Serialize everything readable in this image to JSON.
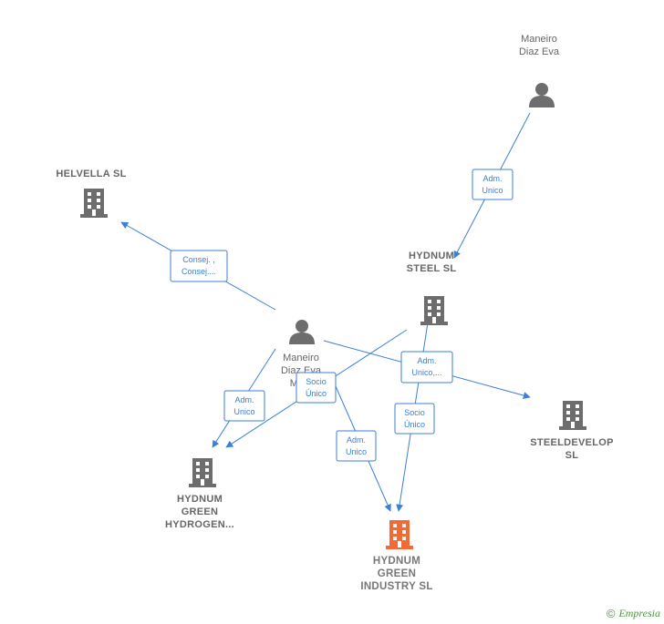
{
  "colors": {
    "edge": "#3b7fd6",
    "company_icon": "#6d6d6d",
    "main_company_icon": "#f26a36",
    "person_icon": "#6d6d6d",
    "label": "#666666"
  },
  "nodes": [
    {
      "id": "maneiro-top",
      "kind": "person",
      "lines": [
        "Maneiro",
        "Diaz Eva"
      ]
    },
    {
      "id": "helvella",
      "kind": "company",
      "lines": [
        "HELVELLA SL"
      ]
    },
    {
      "id": "hydnum-steel",
      "kind": "company",
      "lines": [
        "HYDNUM",
        "STEEL  SL"
      ]
    },
    {
      "id": "maneiro-mid",
      "kind": "person",
      "lines": [
        "Maneiro",
        "Diaz Eva",
        "Ma..."
      ]
    },
    {
      "id": "steeldevelop",
      "kind": "company",
      "lines": [
        "STEELDEVELOP",
        "SL"
      ]
    },
    {
      "id": "hydnum-hydrogen",
      "kind": "company",
      "lines": [
        "HYDNUM",
        "GREEN",
        "HYDROGEN..."
      ]
    },
    {
      "id": "hydnum-industry",
      "kind": "company-main",
      "lines": [
        "HYDNUM",
        "GREEN",
        "INDUSTRY  SL"
      ]
    }
  ],
  "edges": [
    {
      "from": "maneiro-top",
      "to": "hydnum-steel",
      "label": [
        "Adm.",
        "Unico"
      ]
    },
    {
      "from": "maneiro-mid",
      "to": "helvella",
      "label": [
        "Consej. ,",
        "Consej...."
      ]
    },
    {
      "from": "maneiro-mid",
      "to": "steeldevelop",
      "label": [
        "Adm.",
        "Unico,..."
      ]
    },
    {
      "from": "maneiro-mid",
      "to": "hydnum-hydrogen",
      "label": [
        "Adm.",
        "Unico"
      ]
    },
    {
      "from": "hydnum-steel",
      "to": "hydnum-hydrogen",
      "label": [
        "Socio",
        "Único"
      ]
    },
    {
      "from": "maneiro-mid",
      "to": "hydnum-industry",
      "label": [
        "Adm.",
        "Unico"
      ]
    },
    {
      "from": "hydnum-steel",
      "to": "hydnum-industry",
      "label": [
        "Socio",
        "Único"
      ]
    }
  ],
  "watermark": {
    "symbol": "©",
    "brand": "Empresia"
  }
}
